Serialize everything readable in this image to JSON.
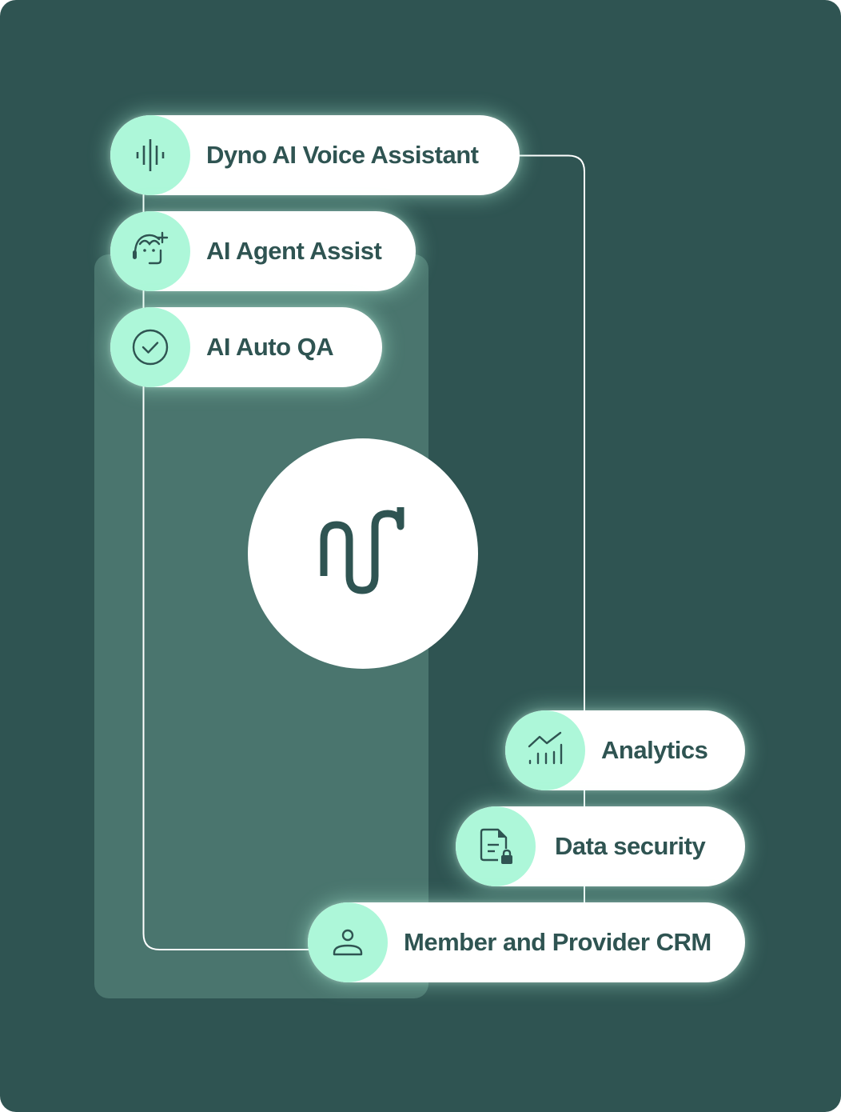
{
  "diagram": {
    "title": "",
    "hub": {
      "icon": "dyno-logo-icon"
    },
    "top_group": [
      {
        "label": "Dyno AI Voice Assistant",
        "icon": "voice-waveform-icon"
      },
      {
        "label": "AI Agent Assist",
        "icon": "agent-headset-icon"
      },
      {
        "label": "AI Auto QA",
        "icon": "check-circle-icon"
      }
    ],
    "bottom_group": [
      {
        "label": "Analytics",
        "icon": "analytics-chart-icon"
      },
      {
        "label": "Data security",
        "icon": "secure-document-icon"
      },
      {
        "label": "Member and Provider CRM",
        "icon": "user-icon"
      }
    ],
    "colors": {
      "background": "#2f5452",
      "panel": "#4a756e",
      "pill": "#ffffff",
      "icon_circle": "#adf7d9",
      "text": "#2f5452",
      "connector": "#ffffff"
    }
  }
}
